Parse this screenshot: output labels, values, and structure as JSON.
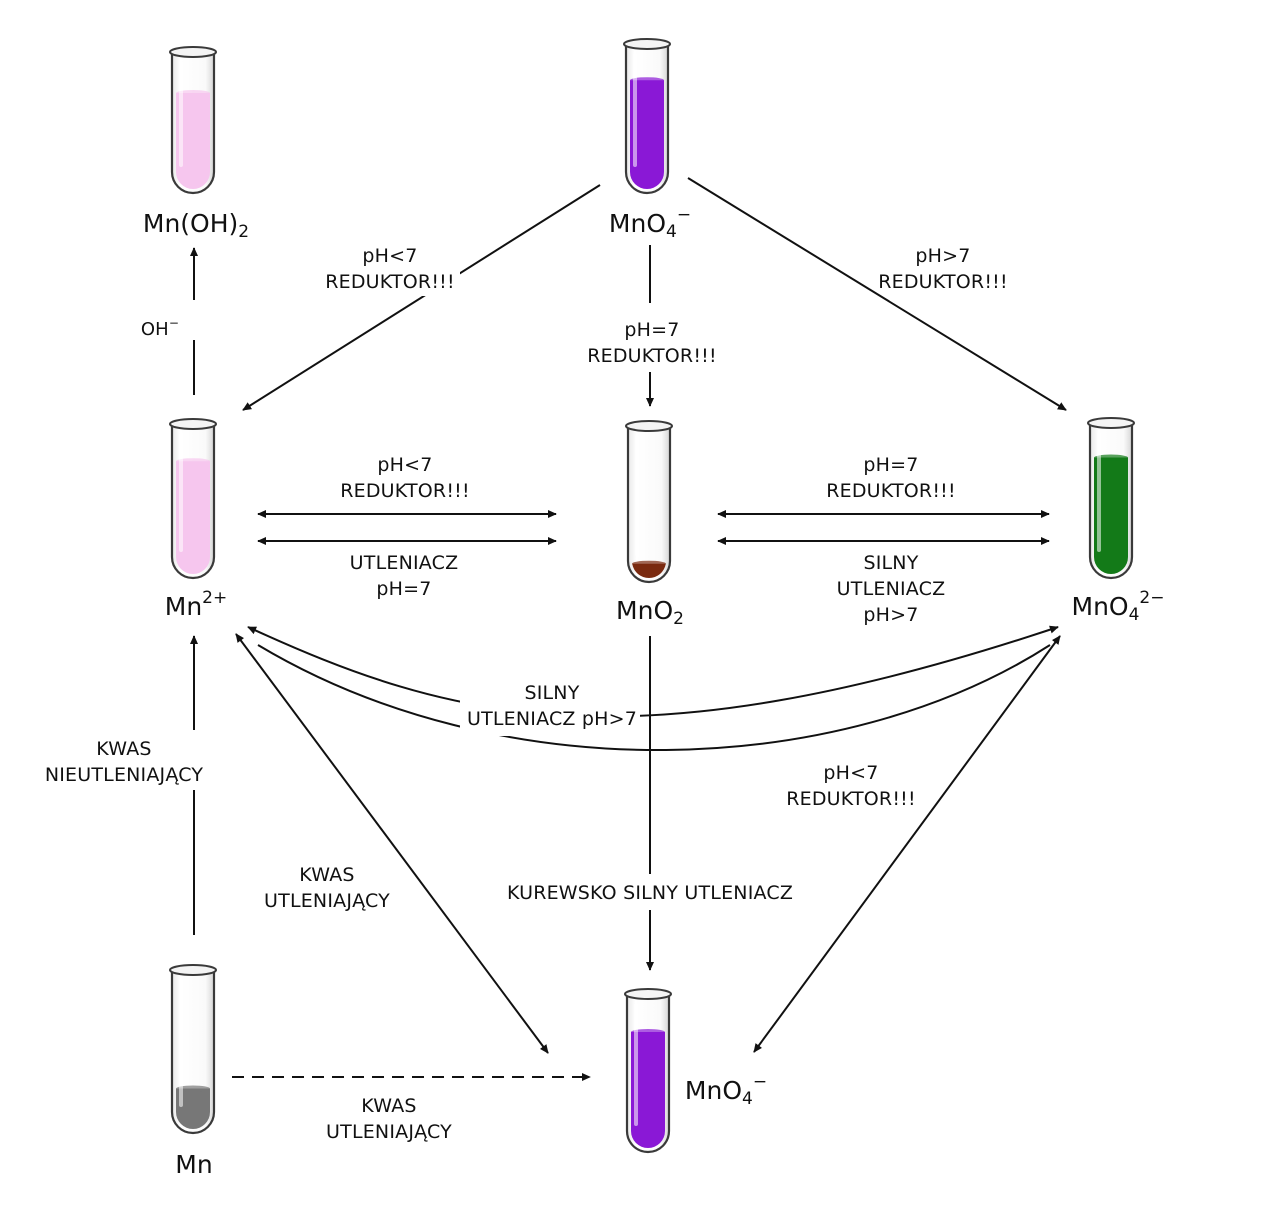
{
  "compounds": {
    "mnoh2": {
      "base": "Mn(OH)",
      "sub": "2",
      "sup": ""
    },
    "mno4_top": {
      "base": "MnO",
      "sub": "4",
      "sup": "−"
    },
    "mn2": {
      "base": "Mn",
      "sub": "",
      "sup": "2+"
    },
    "mno2": {
      "base": "MnO",
      "sub": "2",
      "sup": ""
    },
    "mno4_2": {
      "base": "MnO",
      "sub": "4",
      "sup": "2−"
    },
    "mn": {
      "base": "Mn",
      "sub": "",
      "sup": ""
    },
    "mno4_bottom": {
      "base": "MnO",
      "sub": "4",
      "sup": "−"
    }
  },
  "tube_colors": {
    "mnoh2": "#f6c6ee",
    "mno4_top": "#8a18d6",
    "mn2": "#f6c6ee",
    "mno2": "#7a2a10",
    "mno4_2": "#137a18",
    "mn": "#777777",
    "mno4_bottom": "#8a18d6"
  },
  "tube_fill": {
    "mnoh2": 0.75,
    "mno4_top": 0.8,
    "mn2": 0.8,
    "mno2": 0.1,
    "mno4_2": 0.82,
    "mn": 0.27,
    "mno4_bottom": 0.8
  },
  "labels": {
    "oh": {
      "line1": "OH",
      "sup": "−"
    },
    "top_left": {
      "line1": "pH<7",
      "line2": "REDUKTOR!!!"
    },
    "top_mid": {
      "line1": "pH=7",
      "line2": "REDUKTOR!!!"
    },
    "top_right": {
      "line1": "pH>7",
      "line2": "REDUKTOR!!!"
    },
    "mid_left_top": {
      "line1": "pH<7",
      "line2": "REDUKTOR!!!"
    },
    "mid_left_bottom": {
      "line1": "UTLENIACZ",
      "line2": "pH=7"
    },
    "mid_right_top": {
      "line1": "pH=7",
      "line2": "REDUKTOR!!!"
    },
    "mid_right_bottom": {
      "line1": "SILNY",
      "line2": "UTLENIACZ",
      "line3": "pH>7"
    },
    "arc_top": {
      "line1": "SILNY",
      "line2": "UTLENIACZ pH>7"
    },
    "arc_bottom": {
      "line1": "pH<7",
      "line2": "REDUKTOR!!!"
    },
    "left_vertical": {
      "line1": "KWAS",
      "line2": "NIEUTLENIAJĄCY"
    },
    "diag_left": {
      "line1": "KWAS",
      "line2": "UTLENIAJĄCY"
    },
    "center_vertical": {
      "line1": "KUREWSKO SILNY UTLENIACZ"
    },
    "bottom_dashed": {
      "line1": "KWAS",
      "line2": "UTLENIAJĄCY"
    }
  }
}
